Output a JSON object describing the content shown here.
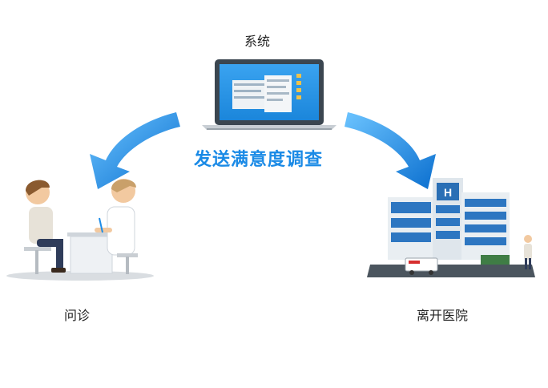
{
  "nodes": {
    "system": "系统",
    "consultation": "问诊",
    "discharge": "离开医院"
  },
  "action_label": "发送满意度调查",
  "colors": {
    "accent": "#1a8ae6",
    "arrow": "#1e8de8",
    "text": "#222222"
  },
  "icons": [
    "laptop-icon",
    "doctor-patient-icon",
    "hospital-icon"
  ]
}
